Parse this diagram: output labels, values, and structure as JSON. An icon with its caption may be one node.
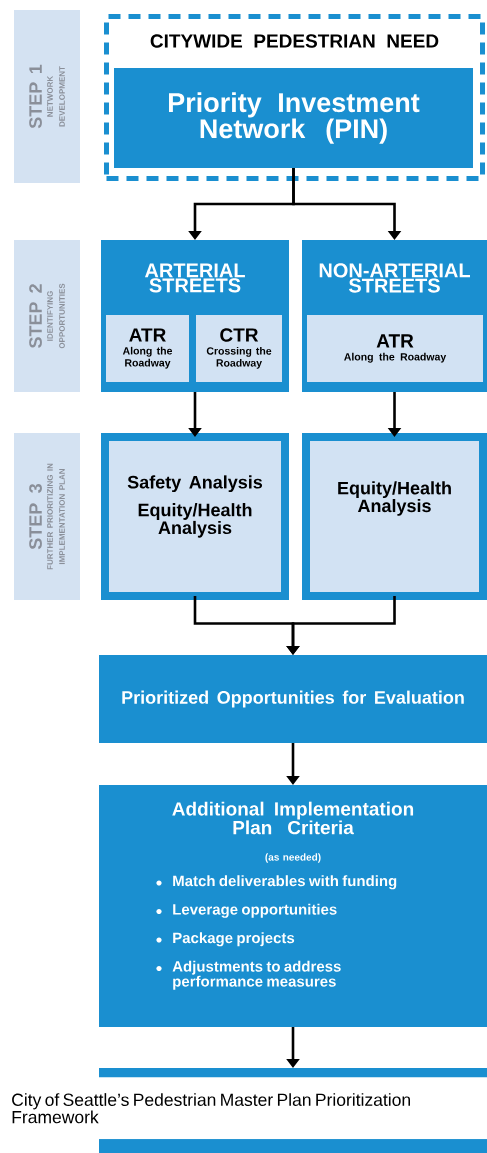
{
  "diagram": {
    "caption": "City of Seattle’s Pedestrian Master Plan Prioritization Framework",
    "nodes": [
      {
        "text": [
          "STEP 1",
          "NETWORK DEVELOPMENT"
        ]
      },
      {
        "text": [
          "CITYWIDE PEDESTRIAN NEED"
        ]
      },
      {
        "text": [
          "Priority Investment Network (PIN)"
        ],
        "in": 1
      },
      {
        "text": [
          "STEP 2",
          "IDENTIFYING OPPORTUNITIES"
        ]
      },
      {
        "text": [
          "ARTERIAL STREETS"
        ]
      },
      {
        "text": [
          "ATR",
          "Along the Roadway"
        ],
        "in": 4
      },
      {
        "text": [
          "CTR",
          "Crossing the Roadway"
        ],
        "in": 4
      },
      {
        "text": [
          "NON-ARTERIAL STREETS"
        ]
      },
      {
        "text": [
          "ATR",
          "Along the Roadway"
        ],
        "in": 7
      },
      {
        "text": [
          "STEP 3",
          "FURTHER PRIORITIZING IN IMPLEMENTATION PLAN"
        ]
      },
      {
        "text": [
          "Safety Analysis",
          "Equity/Health Analysis"
        ]
      },
      {
        "text": [
          "Equity/Health Analysis"
        ]
      },
      {
        "text": [
          "Prioritized Opportunities for Evaluation"
        ]
      },
      {
        "text": [
          "Additional Implementation Plan Criteria",
          "(as needed)",
          "Match deliverables with funding",
          "Leverage opportunities",
          "Package projects",
          "Adjustments to address performance measures"
        ]
      },
      {
        "text": [],
        "shape": "bar"
      }
    ],
    "edges": [
      {
        "from": 2,
        "to": 4,
        "arrow": "to"
      },
      {
        "from": 2,
        "to": 7,
        "arrow": "to"
      },
      {
        "from": 4,
        "to": 10,
        "arrow": "to"
      },
      {
        "from": 7,
        "to": 11,
        "arrow": "to"
      },
      {
        "from": 10,
        "to": 12,
        "arrow": "to"
      },
      {
        "from": 11,
        "to": 12,
        "arrow": "to"
      },
      {
        "from": 12,
        "to": 13,
        "arrow": "to"
      },
      {
        "from": 13,
        "to": 14,
        "arrow": "to"
      }
    ]
  }
}
